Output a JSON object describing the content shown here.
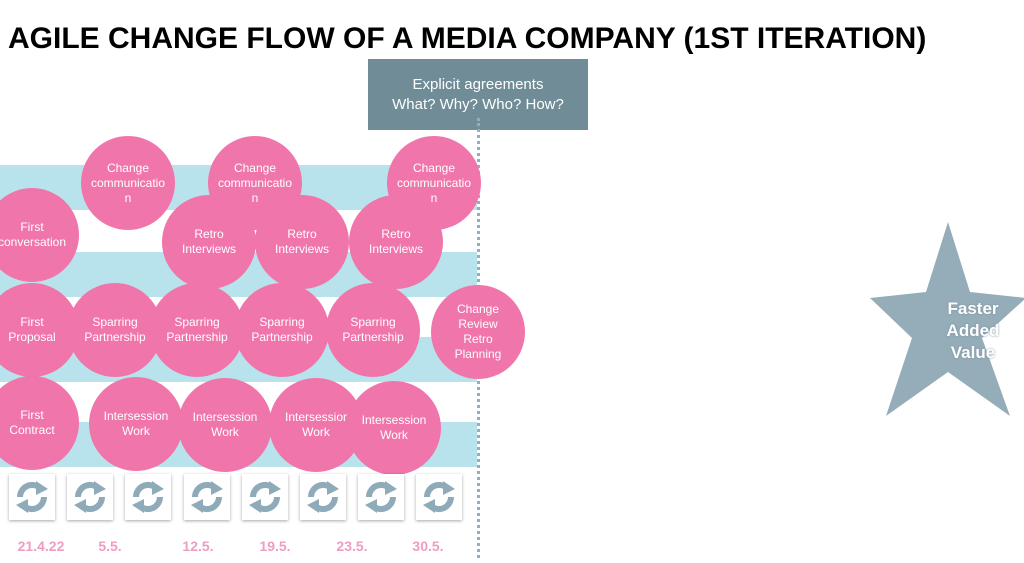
{
  "title": "AGILE CHANGE FLOW OF A MEDIA COMPANY (1ST ITERATION)",
  "agreements": {
    "line1": "Explicit agreements",
    "line2": "What? Why? Who? How?"
  },
  "circles": {
    "change_comm": [
      "Change\ncommunicatio\nn",
      "Change\ncommunicatio\nn",
      "Change\ncommunicatio\nn"
    ],
    "first_conversation": "First\nconversation",
    "retro": [
      "Retro\nInterviews",
      "Retro\nInterviews",
      "Retro\nInterviews"
    ],
    "first_proposal": "First\nProposal",
    "sparring": [
      "Sparring\nPartnership",
      "Sparring\nPartnership",
      "Sparring\nPartnership",
      "Sparring\nPartnership"
    ],
    "change_review": "Change\nReview\nRetro\nPlanning",
    "first_contract": "First\nContract",
    "intersession": [
      "Intersession\nWork",
      "Intersession\nWork",
      "Intersessior\nWork",
      "Intersession\nWork"
    ]
  },
  "dates": [
    "21.4.22",
    "5.5.",
    "12.5.",
    "19.5.",
    "23.5.",
    "30.5."
  ],
  "star": {
    "line1": "Faster",
    "line2": "Added",
    "line3": "Value"
  },
  "colors": {
    "pink": "#ef75aa",
    "band": "#b9e3ec",
    "slate": "#6f8c97",
    "star": "#95adb9"
  }
}
